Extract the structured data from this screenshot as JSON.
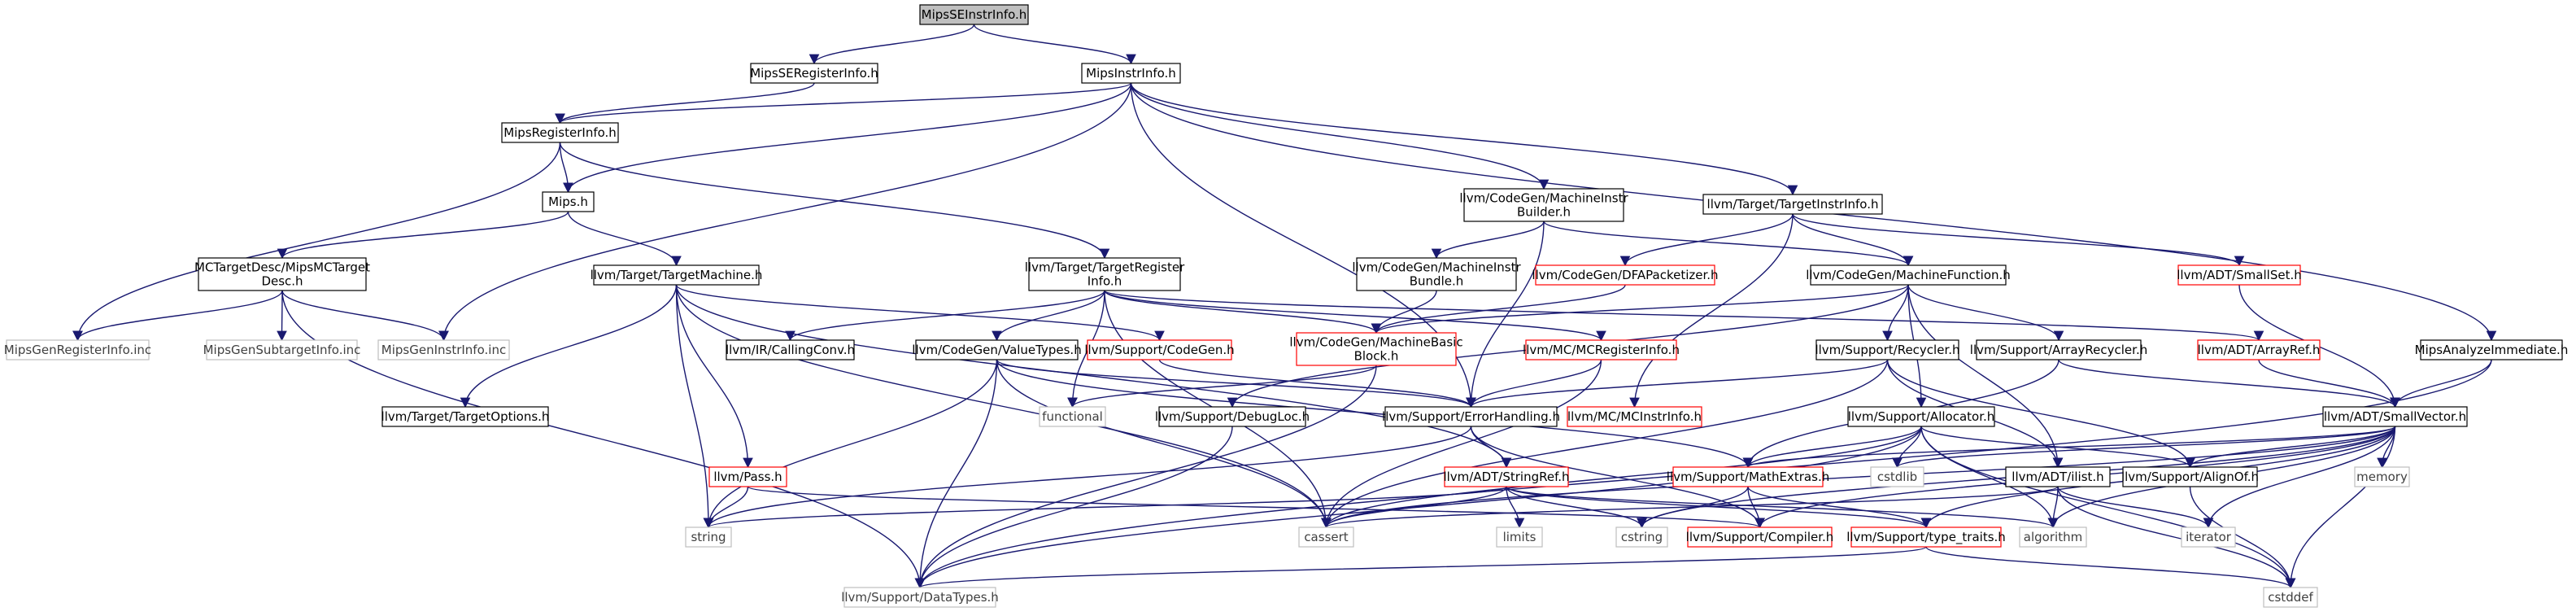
{
  "colors": {
    "edge": "#191970",
    "border_default": "#000000",
    "border_missing": "#ff0000",
    "border_external": "#bfbfbf",
    "fill_default": "#ffffff",
    "fill_root": "#bfbfbf"
  },
  "nodes": [
    {
      "id": "mipsseinstrinfo",
      "lines": [
        "MipsSEInstrInfo.h"
      ],
      "style": "root"
    },
    {
      "id": "mipsseregisterinfo",
      "lines": [
        "MipsSERegisterInfo.h"
      ],
      "style": "default"
    },
    {
      "id": "mipsinstrinfo",
      "lines": [
        "MipsInstrInfo.h"
      ],
      "style": "default"
    },
    {
      "id": "mipsregisterinfo",
      "lines": [
        "MipsRegisterInfo.h"
      ],
      "style": "default"
    },
    {
      "id": "mips",
      "lines": [
        "Mips.h"
      ],
      "style": "default"
    },
    {
      "id": "mctargetdesc",
      "lines": [
        "MCTargetDesc/MipsMCTarget",
        "Desc.h"
      ],
      "style": "default"
    },
    {
      "id": "targetmachine",
      "lines": [
        "llvm/Target/TargetMachine.h"
      ],
      "style": "default"
    },
    {
      "id": "targetregisterinfo",
      "lines": [
        "llvm/Target/TargetRegister",
        "Info.h"
      ],
      "style": "default"
    },
    {
      "id": "machineinstrbuilder",
      "lines": [
        "llvm/CodeGen/MachineInstr",
        "Builder.h"
      ],
      "style": "default"
    },
    {
      "id": "targetinstrinfo",
      "lines": [
        "llvm/Target/TargetInstrInfo.h"
      ],
      "style": "default"
    },
    {
      "id": "machineinstrbundle",
      "lines": [
        "llvm/CodeGen/MachineInstr",
        "Bundle.h"
      ],
      "style": "default"
    },
    {
      "id": "dfapacketizer",
      "lines": [
        "llvm/CodeGen/DFAPacketizer.h"
      ],
      "style": "missing"
    },
    {
      "id": "machinefunction",
      "lines": [
        "llvm/CodeGen/MachineFunction.h"
      ],
      "style": "default"
    },
    {
      "id": "smallset",
      "lines": [
        "llvm/ADT/SmallSet.h"
      ],
      "style": "missing"
    },
    {
      "id": "mipsgenregisterinfo",
      "lines": [
        "MipsGenRegisterInfo.inc"
      ],
      "style": "external"
    },
    {
      "id": "mipsgensubtargetinfo",
      "lines": [
        "MipsGenSubtargetInfo.inc"
      ],
      "style": "external"
    },
    {
      "id": "mipsgeninstrinfo",
      "lines": [
        "MipsGenInstrInfo.inc"
      ],
      "style": "external"
    },
    {
      "id": "callingconv",
      "lines": [
        "llvm/IR/CallingConv.h"
      ],
      "style": "default"
    },
    {
      "id": "valuetypes",
      "lines": [
        "llvm/CodeGen/ValueTypes.h"
      ],
      "style": "default"
    },
    {
      "id": "supportcodegen",
      "lines": [
        "llvm/Support/CodeGen.h"
      ],
      "style": "missing"
    },
    {
      "id": "machinebasicblock",
      "lines": [
        "llvm/CodeGen/MachineBasic",
        "Block.h"
      ],
      "style": "missing"
    },
    {
      "id": "mcregisterinfo",
      "lines": [
        "llvm/MC/MCRegisterInfo.h"
      ],
      "style": "missing"
    },
    {
      "id": "recycler",
      "lines": [
        "llvm/Support/Recycler.h"
      ],
      "style": "default"
    },
    {
      "id": "arrayrecycler",
      "lines": [
        "llvm/Support/ArrayRecycler.h"
      ],
      "style": "default"
    },
    {
      "id": "arrayref",
      "lines": [
        "llvm/ADT/ArrayRef.h"
      ],
      "style": "missing"
    },
    {
      "id": "mipsanalyzeimmediate",
      "lines": [
        "MipsAnalyzeImmediate.h"
      ],
      "style": "default"
    },
    {
      "id": "targetoptions",
      "lines": [
        "llvm/Target/TargetOptions.h"
      ],
      "style": "default"
    },
    {
      "id": "functional",
      "lines": [
        "functional"
      ],
      "style": "external"
    },
    {
      "id": "debugloc",
      "lines": [
        "llvm/Support/DebugLoc.h"
      ],
      "style": "default"
    },
    {
      "id": "errorhandling",
      "lines": [
        "llvm/Support/ErrorHandling.h"
      ],
      "style": "default"
    },
    {
      "id": "mcinstrinfo",
      "lines": [
        "llvm/MC/MCInstrInfo.h"
      ],
      "style": "missing"
    },
    {
      "id": "allocator",
      "lines": [
        "llvm/Support/Allocator.h"
      ],
      "style": "default"
    },
    {
      "id": "smallvector",
      "lines": [
        "llvm/ADT/SmallVector.h"
      ],
      "style": "default"
    },
    {
      "id": "pass",
      "lines": [
        "llvm/Pass.h"
      ],
      "style": "missing"
    },
    {
      "id": "stringref",
      "lines": [
        "llvm/ADT/StringRef.h"
      ],
      "style": "missing"
    },
    {
      "id": "mathextras",
      "lines": [
        "llvm/Support/MathExtras.h"
      ],
      "style": "missing"
    },
    {
      "id": "cstdlib",
      "lines": [
        "cstdlib"
      ],
      "style": "external"
    },
    {
      "id": "ilist",
      "lines": [
        "llvm/ADT/ilist.h"
      ],
      "style": "default"
    },
    {
      "id": "alignof",
      "lines": [
        "llvm/Support/AlignOf.h"
      ],
      "style": "default"
    },
    {
      "id": "memory",
      "lines": [
        "memory"
      ],
      "style": "external"
    },
    {
      "id": "string",
      "lines": [
        "string"
      ],
      "style": "external"
    },
    {
      "id": "limits",
      "lines": [
        "limits"
      ],
      "style": "external"
    },
    {
      "id": "cassert",
      "lines": [
        "cassert"
      ],
      "style": "external"
    },
    {
      "id": "cstring",
      "lines": [
        "cstring"
      ],
      "style": "external"
    },
    {
      "id": "compiler",
      "lines": [
        "llvm/Support/Compiler.h"
      ],
      "style": "missing"
    },
    {
      "id": "typetraits",
      "lines": [
        "llvm/Support/type_traits.h"
      ],
      "style": "missing"
    },
    {
      "id": "algorithm",
      "lines": [
        "algorithm"
      ],
      "style": "external"
    },
    {
      "id": "iterator",
      "lines": [
        "iterator"
      ],
      "style": "external"
    },
    {
      "id": "cstddef",
      "lines": [
        "cstddef"
      ],
      "style": "external"
    },
    {
      "id": "datatypes",
      "lines": [
        "llvm/Support/DataTypes.h"
      ],
      "style": "external"
    }
  ],
  "edges": [
    [
      "mipsseinstrinfo",
      "mipsseregisterinfo"
    ],
    [
      "mipsseinstrinfo",
      "mipsinstrinfo"
    ],
    [
      "mipsseregisterinfo",
      "mipsregisterinfo"
    ],
    [
      "mipsinstrinfo",
      "mipsregisterinfo"
    ],
    [
      "mipsinstrinfo",
      "mips"
    ],
    [
      "mipsinstrinfo",
      "mipsgeninstrinfo"
    ],
    [
      "mipsinstrinfo",
      "machineinstrbuilder"
    ],
    [
      "mipsinstrinfo",
      "targetinstrinfo"
    ],
    [
      "mipsinstrinfo",
      "mipsanalyzeimmediate"
    ],
    [
      "mipsinstrinfo",
      "errorhandling"
    ],
    [
      "mipsregisterinfo",
      "mips"
    ],
    [
      "mipsregisterinfo",
      "targetregisterinfo"
    ],
    [
      "mipsregisterinfo",
      "mipsgenregisterinfo"
    ],
    [
      "mips",
      "mctargetdesc"
    ],
    [
      "mips",
      "targetmachine"
    ],
    [
      "mctargetdesc",
      "mipsgenregisterinfo"
    ],
    [
      "mctargetdesc",
      "mipsgensubtargetinfo"
    ],
    [
      "mctargetdesc",
      "mipsgeninstrinfo"
    ],
    [
      "mctargetdesc",
      "datatypes"
    ],
    [
      "targetmachine",
      "targetoptions"
    ],
    [
      "targetmachine",
      "supportcodegen"
    ],
    [
      "targetmachine",
      "pass"
    ],
    [
      "targetmachine",
      "string"
    ],
    [
      "targetmachine",
      "cassert"
    ],
    [
      "targetmachine",
      "stringref"
    ],
    [
      "targetregisterinfo",
      "callingconv"
    ],
    [
      "targetregisterinfo",
      "valuetypes"
    ],
    [
      "targetregisterinfo",
      "machinebasicblock"
    ],
    [
      "targetregisterinfo",
      "mcregisterinfo"
    ],
    [
      "targetregisterinfo",
      "arrayref"
    ],
    [
      "targetregisterinfo",
      "functional"
    ],
    [
      "targetregisterinfo",
      "cassert"
    ],
    [
      "machineinstrbuilder",
      "machineinstrbundle"
    ],
    [
      "machineinstrbuilder",
      "machinefunction"
    ],
    [
      "machineinstrbuilder",
      "errorhandling"
    ],
    [
      "machineinstrbundle",
      "machinebasicblock"
    ],
    [
      "targetinstrinfo",
      "dfapacketizer"
    ],
    [
      "targetinstrinfo",
      "machinefunction"
    ],
    [
      "targetinstrinfo",
      "smallset"
    ],
    [
      "targetinstrinfo",
      "mcinstrinfo"
    ],
    [
      "dfapacketizer",
      "machinebasicblock"
    ],
    [
      "machinefunction",
      "machinebasicblock"
    ],
    [
      "machinefunction",
      "recycler"
    ],
    [
      "machinefunction",
      "arrayrecycler"
    ],
    [
      "machinefunction",
      "allocator"
    ],
    [
      "machinefunction",
      "debugloc"
    ],
    [
      "machinefunction",
      "ilist"
    ],
    [
      "smallset",
      "smallvector"
    ],
    [
      "machinebasicblock",
      "functional"
    ],
    [
      "machinebasicblock",
      "datatypes"
    ],
    [
      "valuetypes",
      "errorhandling"
    ],
    [
      "valuetypes",
      "mathextras"
    ],
    [
      "valuetypes",
      "cassert"
    ],
    [
      "valuetypes",
      "string"
    ],
    [
      "valuetypes",
      "datatypes"
    ],
    [
      "supportcodegen",
      "errorhandling"
    ],
    [
      "mcregisterinfo",
      "errorhandling"
    ],
    [
      "mcregisterinfo",
      "cassert"
    ],
    [
      "recycler",
      "errorhandling"
    ],
    [
      "recycler",
      "alignof"
    ],
    [
      "recycler",
      "ilist"
    ],
    [
      "recycler",
      "cassert"
    ],
    [
      "arrayrecycler",
      "smallvector"
    ],
    [
      "arrayrecycler",
      "mathextras"
    ],
    [
      "arrayref",
      "smallvector"
    ],
    [
      "mipsanalyzeimmediate",
      "smallvector"
    ],
    [
      "mipsanalyzeimmediate",
      "datatypes"
    ],
    [
      "debugloc",
      "datatypes"
    ],
    [
      "errorhandling",
      "stringref"
    ],
    [
      "errorhandling",
      "compiler"
    ],
    [
      "errorhandling",
      "string"
    ],
    [
      "allocator",
      "alignof"
    ],
    [
      "allocator",
      "mathextras"
    ],
    [
      "allocator",
      "cassert"
    ],
    [
      "allocator",
      "cstdlib"
    ],
    [
      "allocator",
      "cstddef"
    ],
    [
      "allocator",
      "datatypes"
    ],
    [
      "allocator",
      "algorithm"
    ],
    [
      "smallvector",
      "alignof"
    ],
    [
      "smallvector",
      "compiler"
    ],
    [
      "smallvector",
      "mathextras"
    ],
    [
      "smallvector",
      "typetraits"
    ],
    [
      "smallvector",
      "algorithm"
    ],
    [
      "smallvector",
      "cassert"
    ],
    [
      "smallvector",
      "cstddef"
    ],
    [
      "smallvector",
      "cstdlib"
    ],
    [
      "smallvector",
      "cstring"
    ],
    [
      "smallvector",
      "iterator"
    ],
    [
      "smallvector",
      "memory"
    ],
    [
      "pass",
      "string"
    ],
    [
      "pass",
      "compiler"
    ],
    [
      "stringref",
      "typetraits"
    ],
    [
      "stringref",
      "algorithm"
    ],
    [
      "stringref",
      "cassert"
    ],
    [
      "stringref",
      "cstring"
    ],
    [
      "stringref",
      "limits"
    ],
    [
      "stringref",
      "string"
    ],
    [
      "mathextras",
      "compiler"
    ],
    [
      "mathextras",
      "typetraits"
    ],
    [
      "mathextras",
      "cstring"
    ],
    [
      "ilist",
      "algorithm"
    ],
    [
      "ilist",
      "cassert"
    ],
    [
      "ilist",
      "cstddef"
    ],
    [
      "ilist",
      "iterator"
    ],
    [
      "alignof",
      "cstddef"
    ],
    [
      "typetraits",
      "datatypes"
    ],
    [
      "typetraits",
      "cstddef"
    ]
  ]
}
